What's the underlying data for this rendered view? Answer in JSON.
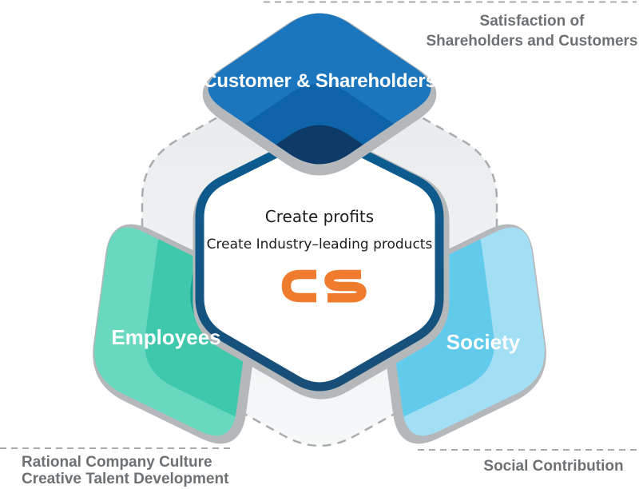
{
  "diagram": {
    "title": "CS core values diagram",
    "nodes": {
      "top": {
        "label": "Customer & Shareholders"
      },
      "left": {
        "label": "Employees"
      },
      "right": {
        "label": "Society"
      }
    },
    "center": {
      "line1": "Create profits",
      "line2": "Create Industry–leading products",
      "logo_text": "CS"
    },
    "captions": {
      "top_right": [
        "Satisfaction of",
        "Shareholders and Customers"
      ],
      "bottom_left": [
        "Rational Company Culture",
        "Creative Talent Development"
      ],
      "bottom_right": "Social Contribution"
    },
    "colors": {
      "top_light": "#1b76be",
      "top_mid": "#0f64a9",
      "top_dark": "#0d3a67",
      "left_light": "#68d8bf",
      "left_mid": "#3fc8ac",
      "left_dark": "#0f9f93",
      "right_light": "#a2def4",
      "right_mid": "#62cbec",
      "right_dark": "#1c72b4",
      "hex_fill": "#ffffff",
      "hex_border_top": "#0b5d92",
      "hex_border_bottom": "#184e77",
      "bg_top": "#e7eaec",
      "bg_bottom": "#f7f8f9",
      "shadow_gray": "#b5b8ba",
      "dash_gray": "#a9acae",
      "label_gray": "#6d7174",
      "center_text": "#1c1c1c",
      "logo_orange": "#ef7c2d"
    }
  }
}
